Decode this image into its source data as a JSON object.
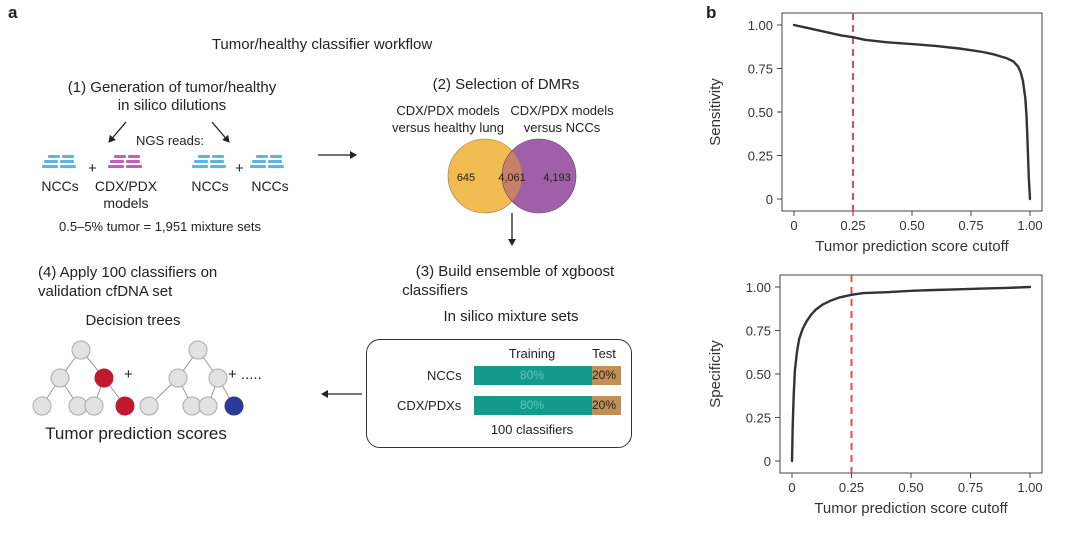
{
  "panel_a": {
    "label": "a",
    "workflow_title": "Tumor/healthy classifier workflow",
    "step1": {
      "title_line1": "(1) Generation of tumor/healthy",
      "title_line2": "in silico dilutions",
      "ngs_reads": "NGS reads:",
      "plus": "+",
      "left_mix": [
        "NCCs",
        "CDX/PDX",
        "models"
      ],
      "right_mix": [
        "NCCs",
        "NCCs"
      ],
      "footnote": "0.5–5% tumor = 1,951 mixture sets"
    },
    "step2": {
      "title": "(2) Selection of DMRs",
      "set_left": [
        "CDX/PDX models",
        "versus healthy lung"
      ],
      "set_right": [
        "CDX/PDX models",
        "versus NCCs"
      ],
      "venn": {
        "left_only": "645",
        "overlap": "4,061",
        "right_only": "4,193"
      }
    },
    "step3": {
      "title_line1": "(3) Build ensemble of xgboost",
      "title_line2": "classifiers",
      "subtitle": "In silico mixture sets",
      "col_training": "Training",
      "col_test": "Test",
      "rows": [
        {
          "label": "NCCs",
          "train": "80%",
          "test": "20%",
          "train_fraction": 0.8
        },
        {
          "label": "CDX/PDXs",
          "train": "80%",
          "test": "20%",
          "train_fraction": 0.8
        }
      ],
      "footer": "100 classifiers"
    },
    "step4": {
      "title_line1": "(4) Apply 100 classifiers on",
      "title_line2": "validation cfDNA set",
      "trees_label": "Decision trees",
      "plus": "+",
      "ellipsis": "+ .....",
      "scores_label": "Tumor prediction scores"
    },
    "colors": {
      "ncc_reads": "#5bb6e0",
      "cdx_reads": "#c060b8",
      "venn_left": "#f0bb50",
      "venn_right": "#a060a8",
      "venn_overlap": "#c8806a",
      "train_bar": "#149a8a",
      "test_bar": "#c29056",
      "node_grey": "#e2e2e2",
      "node_red": "#c0182e",
      "node_blue": "#2b3a99"
    }
  },
  "panel_b": {
    "label": "b"
  },
  "chart_data": [
    {
      "type": "line",
      "xlabel": "Tumor prediction score cutoff",
      "ylabel": "Sensitivity",
      "xlim": [
        0,
        1
      ],
      "ylim": [
        0,
        1
      ],
      "x_ticks": [
        "0",
        "0.25",
        "0.50",
        "0.75",
        "1.00"
      ],
      "y_ticks": [
        "0",
        "0.25",
        "0.50",
        "0.75",
        "1.00"
      ],
      "cutoff_line": 0.25,
      "cutoff_color": "#e05050",
      "line_color": "#333333",
      "grid": false,
      "x": [
        0,
        0.05,
        0.1,
        0.15,
        0.2,
        0.25,
        0.3,
        0.4,
        0.5,
        0.6,
        0.7,
        0.75,
        0.8,
        0.85,
        0.9,
        0.93,
        0.95,
        0.96,
        0.97,
        0.98,
        0.985,
        0.99,
        0.995,
        1.0
      ],
      "y": [
        1.0,
        0.985,
        0.97,
        0.955,
        0.94,
        0.93,
        0.915,
        0.9,
        0.89,
        0.88,
        0.865,
        0.855,
        0.845,
        0.83,
        0.81,
        0.79,
        0.76,
        0.73,
        0.68,
        0.58,
        0.48,
        0.32,
        0.12,
        0.0
      ]
    },
    {
      "type": "line",
      "xlabel": "Tumor prediction score cutoff",
      "ylabel": "Specificity",
      "xlim": [
        0,
        1
      ],
      "ylim": [
        0,
        1
      ],
      "x_ticks": [
        "0",
        "0.25",
        "0.50",
        "0.75",
        "1.00"
      ],
      "y_ticks": [
        "0",
        "0.25",
        "0.50",
        "0.75",
        "1.00"
      ],
      "cutoff_line": 0.25,
      "cutoff_color": "#e05050",
      "line_color": "#333333",
      "grid": false,
      "x": [
        0,
        0.003,
        0.007,
        0.012,
        0.02,
        0.03,
        0.045,
        0.06,
        0.08,
        0.1,
        0.13,
        0.16,
        0.2,
        0.25,
        0.3,
        0.4,
        0.5,
        0.6,
        0.7,
        0.8,
        0.9,
        1.0
      ],
      "y": [
        0.0,
        0.2,
        0.38,
        0.52,
        0.62,
        0.7,
        0.76,
        0.8,
        0.84,
        0.87,
        0.9,
        0.92,
        0.94,
        0.955,
        0.965,
        0.97,
        0.978,
        0.983,
        0.987,
        0.991,
        0.995,
        1.0
      ]
    }
  ]
}
